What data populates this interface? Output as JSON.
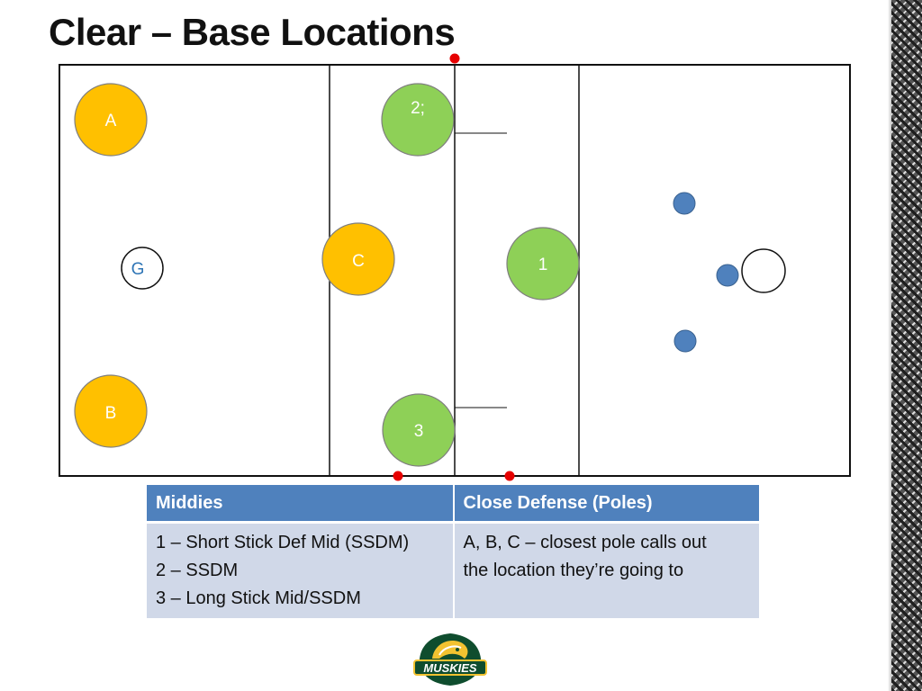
{
  "slide": {
    "title": "Clear – Base Locations"
  },
  "colors": {
    "yellow_player": "#ffc000",
    "green_player": "#8ed057",
    "blue_dot": "#4f81bd",
    "red_marker": "#e60000",
    "header_blue": "#4f81bd",
    "cell_blue": "#d0d8e8",
    "goalie_text": "#2e75b6"
  },
  "field": {
    "players": [
      {
        "id": "A",
        "label": "A",
        "role": "close-defense"
      },
      {
        "id": "B",
        "label": "B",
        "role": "close-defense"
      },
      {
        "id": "C",
        "label": "C",
        "role": "close-defense"
      },
      {
        "id": "2",
        "label": "2;",
        "role": "middie"
      },
      {
        "id": "1",
        "label": "1",
        "role": "middie"
      },
      {
        "id": "3",
        "label": "3",
        "role": "middie"
      },
      {
        "id": "G",
        "label": "G",
        "role": "goalie"
      }
    ],
    "opponents_count": 3
  },
  "table": {
    "headers": [
      "Middies",
      "Close Defense (Poles)"
    ],
    "middies_lines": [
      "1 – Short Stick Def Mid (SSDM)",
      "2 – SSDM",
      "3 – Long Stick Mid/SSDM"
    ],
    "defense_lines": [
      "A, B, C – closest pole calls out",
      "the location they’re going to"
    ]
  },
  "logo": {
    "text": "MUSKIES"
  }
}
